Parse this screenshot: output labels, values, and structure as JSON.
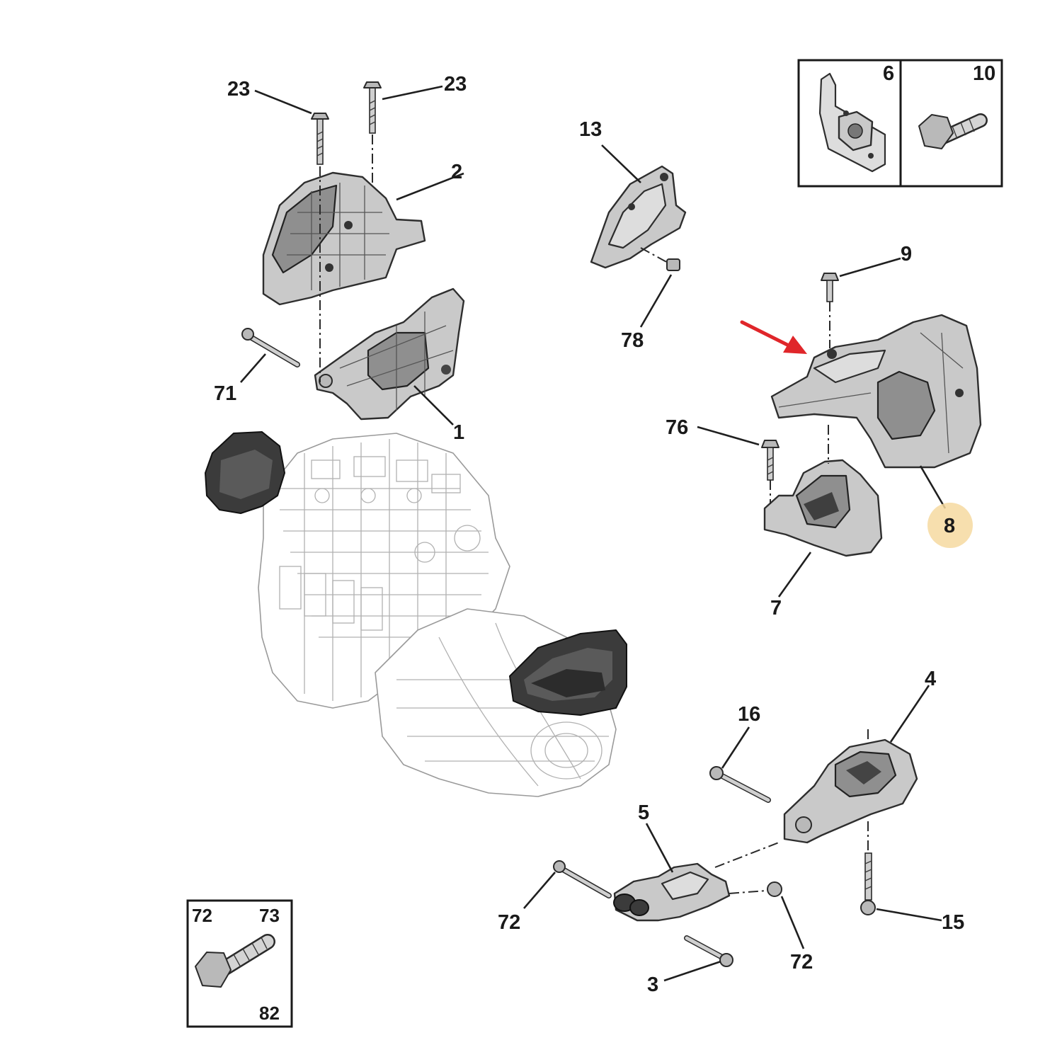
{
  "diagram": {
    "callouts": [
      {
        "id": "c23a",
        "text": "23"
      },
      {
        "id": "c23b",
        "text": "23"
      },
      {
        "id": "c2",
        "text": "2"
      },
      {
        "id": "c71",
        "text": "71"
      },
      {
        "id": "c1",
        "text": "1"
      },
      {
        "id": "c13",
        "text": "13"
      },
      {
        "id": "c78",
        "text": "78"
      },
      {
        "id": "c9",
        "text": "9"
      },
      {
        "id": "c76",
        "text": "76"
      },
      {
        "id": "c8",
        "text": "8"
      },
      {
        "id": "c7",
        "text": "7"
      },
      {
        "id": "c4",
        "text": "4"
      },
      {
        "id": "c16",
        "text": "16"
      },
      {
        "id": "c5",
        "text": "5"
      },
      {
        "id": "c72a",
        "text": "72"
      },
      {
        "id": "c72b",
        "text": "72"
      },
      {
        "id": "c3",
        "text": "3"
      },
      {
        "id": "c15",
        "text": "15"
      }
    ],
    "inset_top_right": {
      "left_label": "6",
      "right_label": "10"
    },
    "inset_bottom_left": {
      "label_tl": "72",
      "label_tr": "73",
      "label_br": "82"
    },
    "highlight": {
      "part": "8",
      "color": "#f6d9a0"
    },
    "pointer_arrow": {
      "color": "#e0262a",
      "target_part": "8"
    }
  }
}
